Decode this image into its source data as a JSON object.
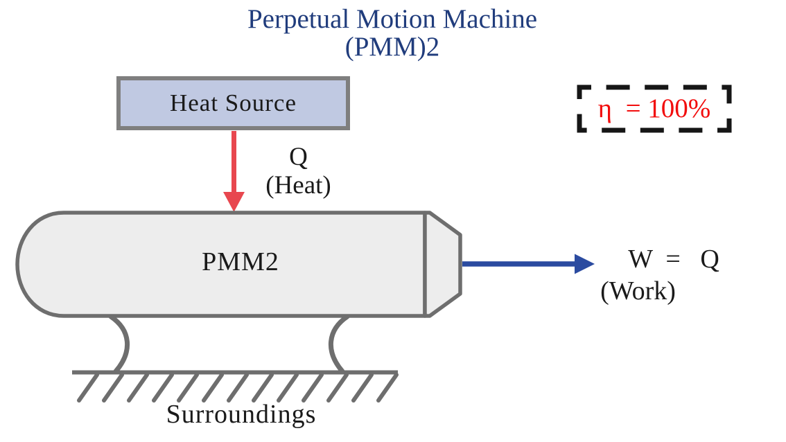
{
  "diagram": {
    "title_line1": "Perpetual Motion Machine",
    "title_line2": "(PMM)2",
    "heat_source_label": "Heat Source",
    "heat_flow_symbol": "Q",
    "heat_flow_caption": "(Heat)",
    "machine_label": "PMM2",
    "work_equation": "W  =   Q",
    "work_caption": "(Work)",
    "efficiency_label": "η  = 100%",
    "ground_label": "Surroundings"
  },
  "colors": {
    "title": "#203c7c",
    "heat_source_fill": "#c0c9e2",
    "heat_source_border": "#7f7f7f",
    "machine_fill": "#ededed",
    "machine_border": "#6e6e6e",
    "heat_arrow": "#e8474f",
    "work_arrow": "#2b4ba0",
    "efficiency_text": "#f20d0d",
    "dashed_box": "#161616",
    "ground": "#6e6e6e",
    "label_text": "#1a1a1a"
  }
}
